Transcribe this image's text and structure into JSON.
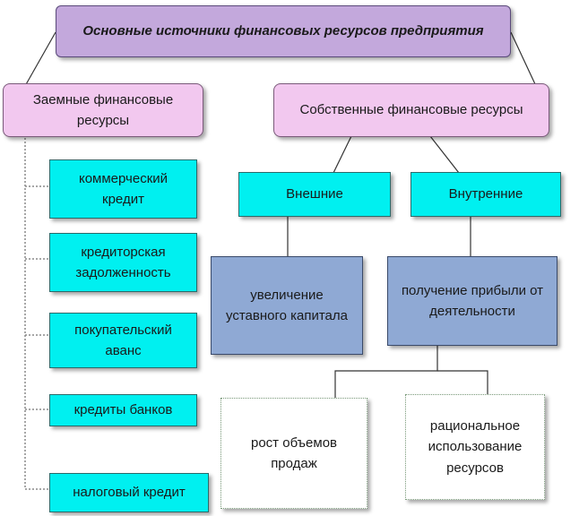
{
  "diagram": {
    "title": "Основные источники финансовых ресурсов предприятия",
    "borrowed": {
      "label": "Заемные финансовые ресурсы",
      "items": [
        "коммерческий кредит",
        "кредиторская задолженность",
        "покупательский аванс",
        "кредиты банков",
        "налоговый кредит"
      ]
    },
    "own": {
      "label": "Собственные финансовые ресурсы",
      "external": {
        "label": "Внешние",
        "child": "увеличение уставного капитала"
      },
      "internal": {
        "label": "Внутренние",
        "child": "получение прибыли от деятельности",
        "children": [
          "рост объемов продаж",
          "рациональное использование ресурсов"
        ]
      }
    }
  }
}
